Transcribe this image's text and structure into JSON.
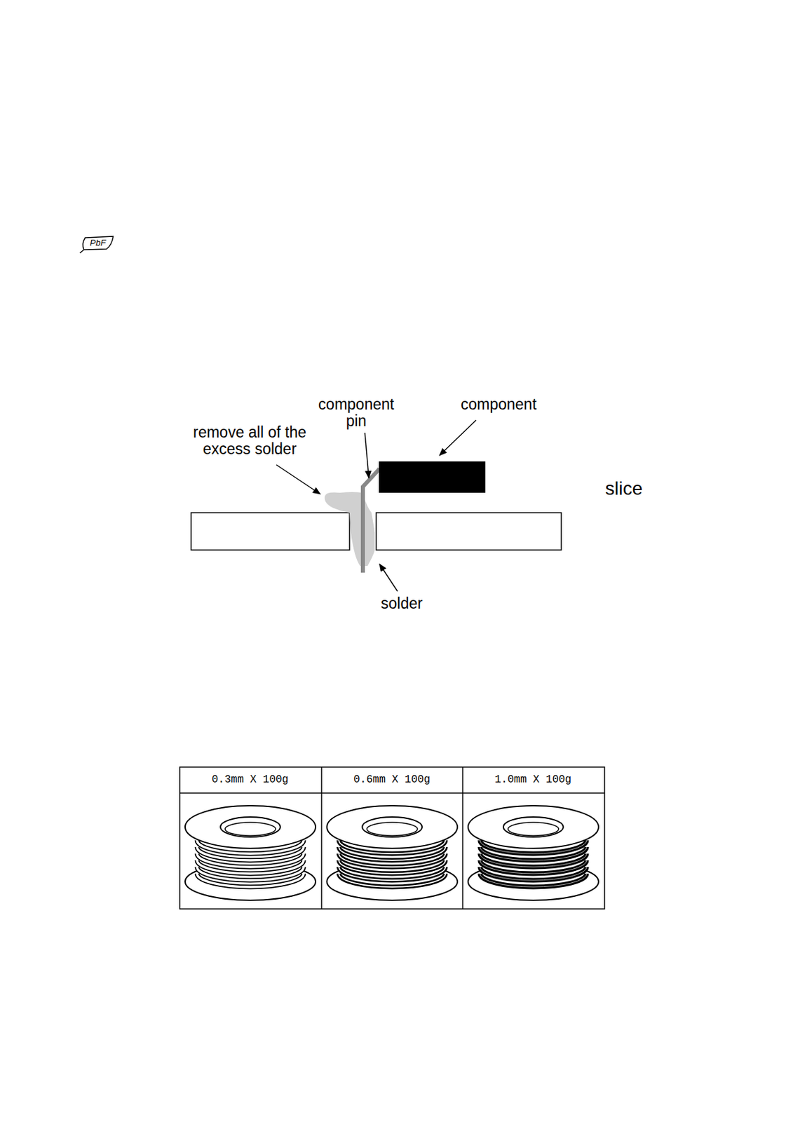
{
  "diagram": {
    "labels": [
      "PbF",
      "component pin",
      "component",
      "remove all of the excess solder",
      "slice",
      "solder",
      "0.3mm X 100g",
      "0.6mm X 100g",
      "1.0mm X 100g"
    ]
  }
}
